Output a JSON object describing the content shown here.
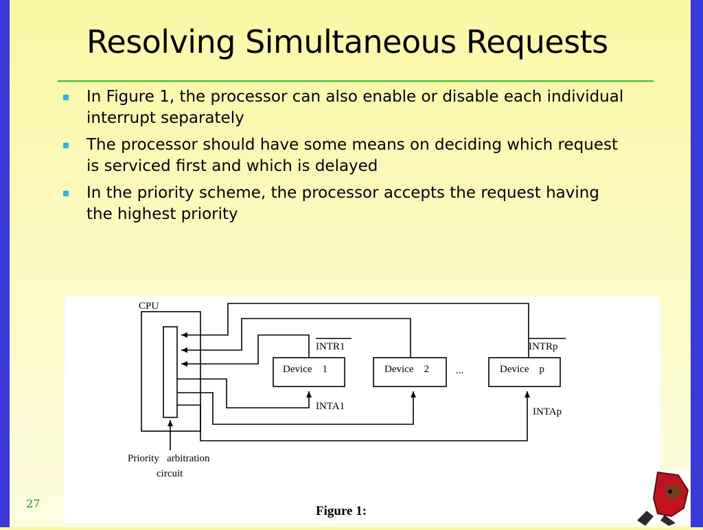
{
  "slide": {
    "title": "Resolving Simultaneous Requests",
    "bullets": [
      "In Figure 1, the processor can also enable or disable each individual interrupt separately",
      "The processor should have some means on deciding which request is serviced first and which is delayed",
      "In the priority scheme, the processor accepts the request having the highest priority"
    ],
    "slide_number": "27"
  },
  "figure": {
    "cpu_label": "CPU",
    "devices": [
      "Device    1",
      "Device    2",
      "Device    p"
    ],
    "ellipsis": "...",
    "intr1": "INTR1",
    "intrp": "INTRp",
    "inta1": "INTA1",
    "intap": "INTAp",
    "priority_label_1": "Priority   arbitration",
    "priority_label_2": "circuit",
    "caption": "Figure 1:"
  },
  "colors": {
    "side_bars": "#3a3ad8",
    "title_rule": "#1fcf1f",
    "bullet_square": "#20b8f0",
    "slide_number": "#1a9a1a"
  },
  "logo": {
    "icon": "team-mascot-logo"
  }
}
